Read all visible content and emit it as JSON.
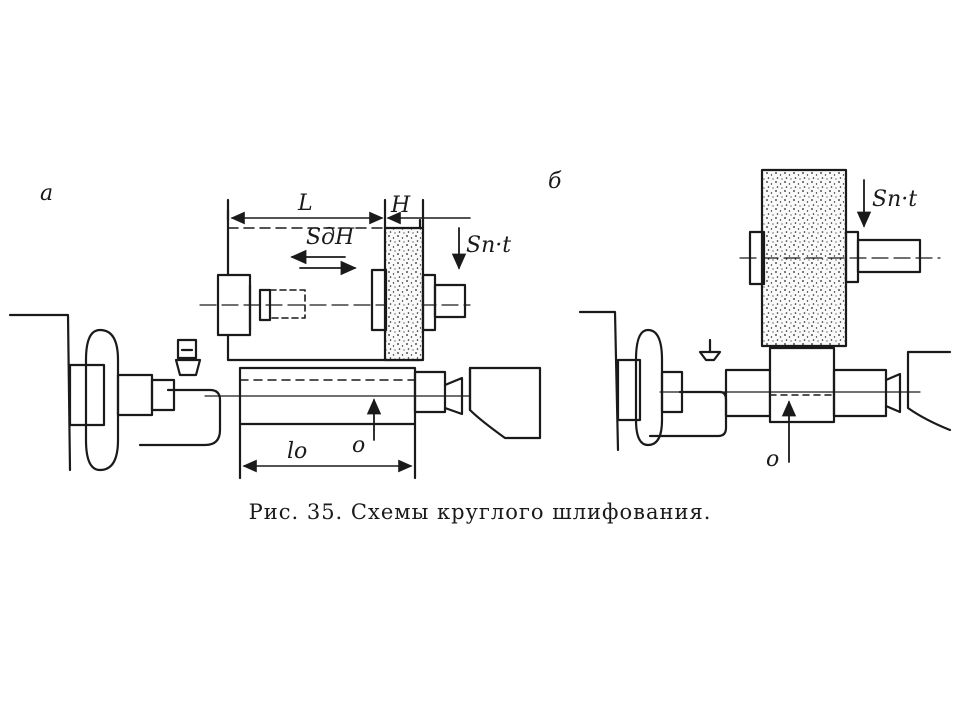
{
  "figure": {
    "caption": "Рис. 35. Схемы круглого шлифования.",
    "panel_a": {
      "label": "а",
      "dim_L": "L",
      "dim_H": "H",
      "dim_lo": "lo",
      "feed_long": "SдH",
      "feed_plunge": "Sп·t",
      "rotation_mark": "o"
    },
    "panel_b": {
      "label": "б",
      "feed_plunge": "Sп·t",
      "rotation_mark": "o"
    }
  },
  "colors": {
    "ink": "#1a1a1a",
    "wheel": "#f2f2f2",
    "paper": "#ffffff"
  }
}
